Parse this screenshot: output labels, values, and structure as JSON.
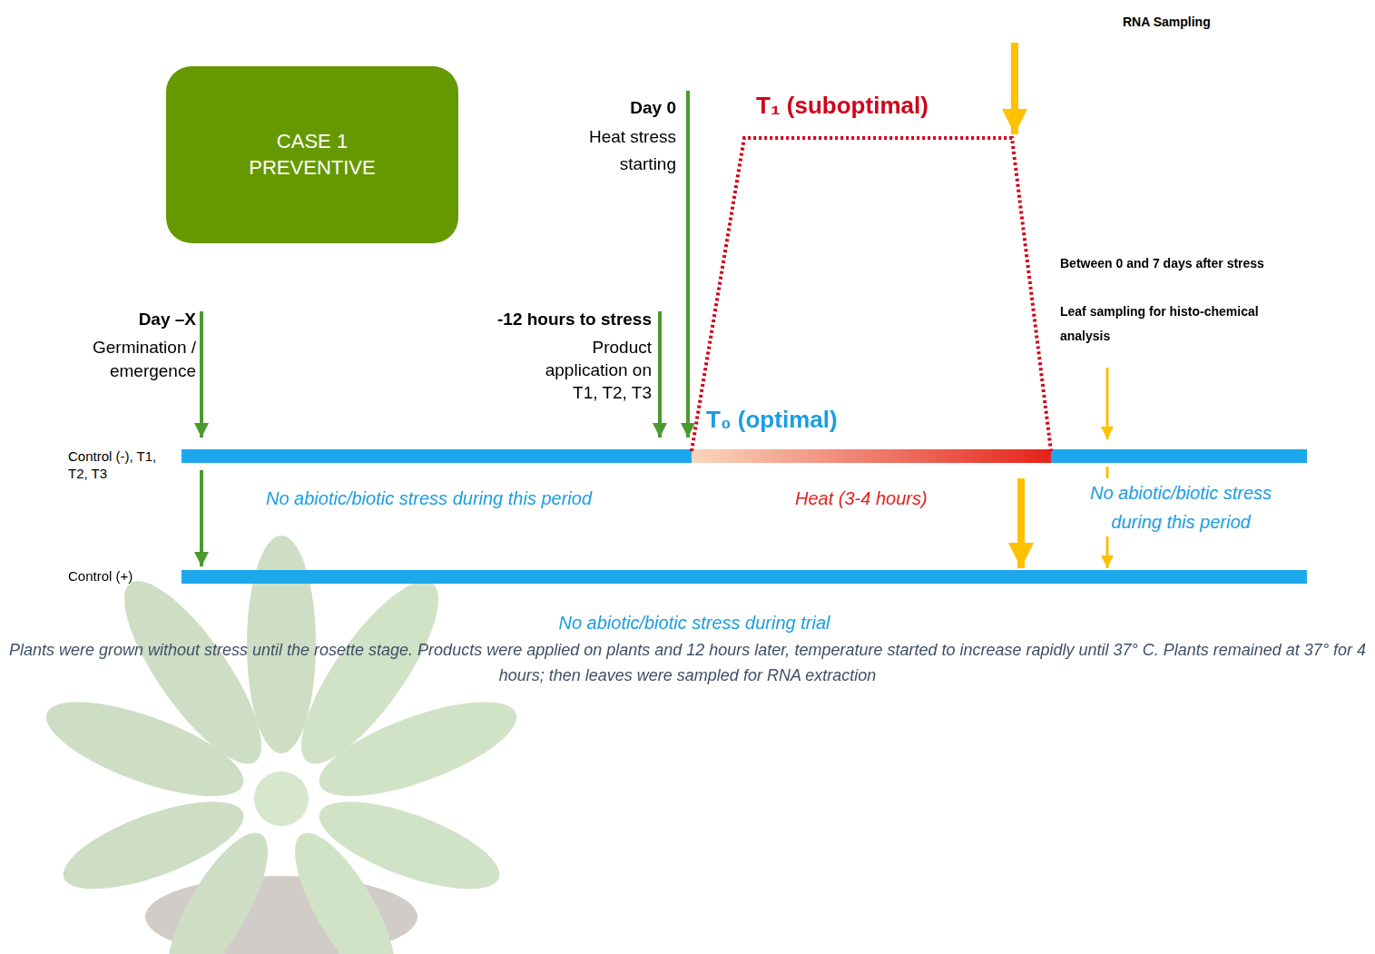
{
  "diagram": {
    "caption": "Plants were grown without stress until the rosette stage. Products were applied on plants and 12 hours later, temperature started to increase rapidly until 37° C. Plants remained at 37° for 4 hours; then leaves were sampled for RNA extraction",
    "nodes": [
      {
        "text": [
          "CASE 1 PREVENTIVE"
        ]
      }
    ],
    "labels": [
      "RNA Sampling",
      "T₁ (suboptimal)",
      "Between 0 and 7 days after stress",
      "Leaf sampling for histo-chemical analysis",
      "Day 0",
      "Heat stress starting",
      "Day –X",
      "Germination / emergence",
      "-12 hours to stress",
      "Product application on T1, T2, T3",
      "T₀ (optimal)",
      "Control (-), T1, T2, T3",
      "No abiotic/biotic stress during this period",
      "Heat (3-4 hours)",
      "No abiotic/biotic stress during this period",
      "Control (+)",
      "No abiotic/biotic stress during trial"
    ]
  }
}
